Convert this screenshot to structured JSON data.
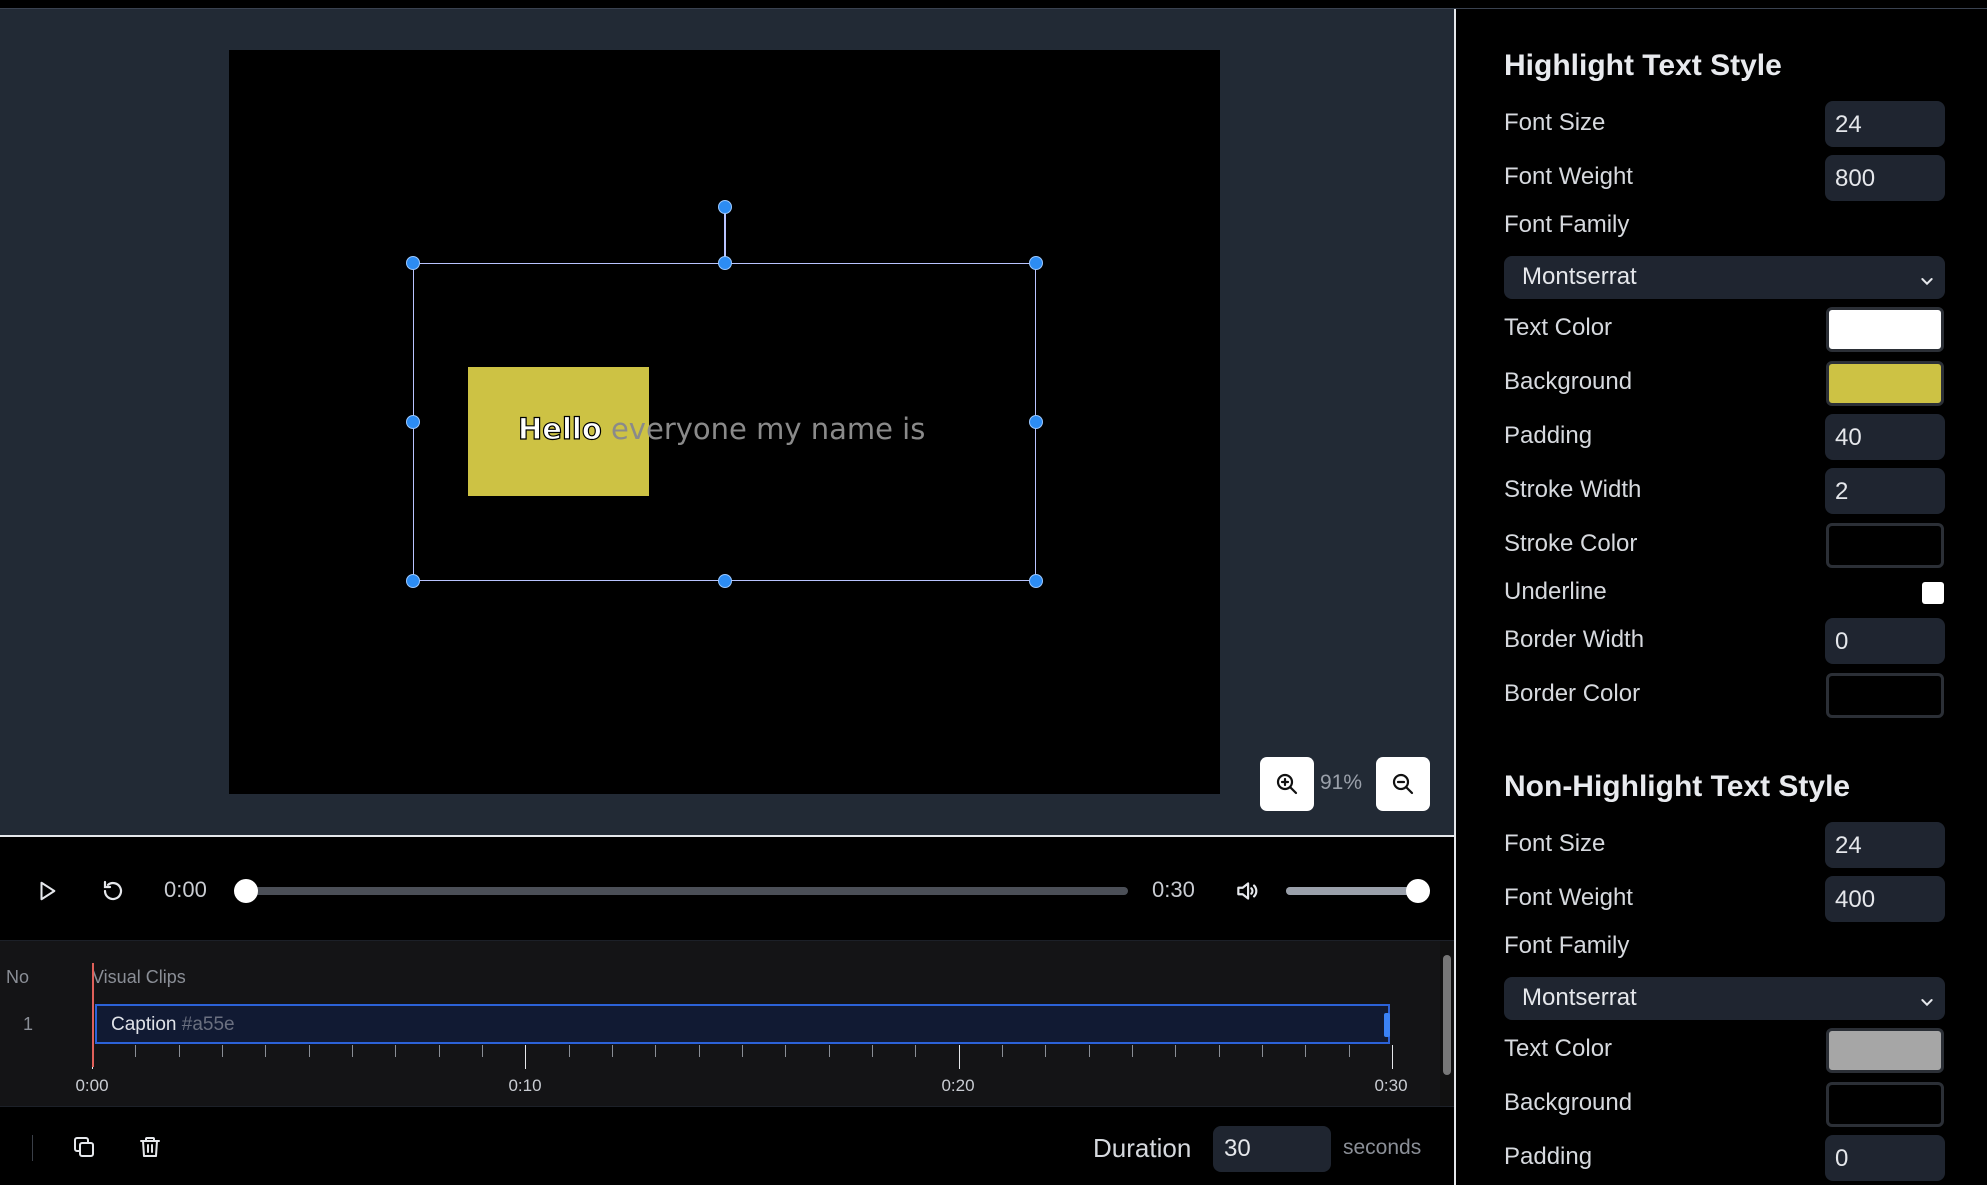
{
  "canvas": {
    "caption_highlight": "Hello",
    "caption_rest": " everyone my name is",
    "zoom_level": "91%",
    "zoom_in_icon": "zoom-in-icon",
    "zoom_out_icon": "zoom-out-icon"
  },
  "player": {
    "current_time": "0:00",
    "total_time": "0:30",
    "progress": 0,
    "volume": 1.0
  },
  "timeline": {
    "col_no": "No",
    "col_clips": "Visual Clips",
    "rows": [
      {
        "no": "1",
        "clip_label": "Caption",
        "clip_id": "#a55e"
      }
    ],
    "ticks": [
      "0:00",
      "0:10",
      "0:20",
      "0:30"
    ]
  },
  "toolbar": {
    "duration_label": "Duration",
    "duration_value": "30",
    "duration_unit": "seconds"
  },
  "highlight_style": {
    "title": "Highlight Text Style",
    "font_size_label": "Font Size",
    "font_size": "24",
    "font_weight_label": "Font Weight",
    "font_weight": "800",
    "font_family_label": "Font Family",
    "font_family": "Montserrat",
    "text_color_label": "Text Color",
    "text_color": "#ffffff",
    "background_label": "Background",
    "background": "#cdc244",
    "padding_label": "Padding",
    "padding": "40",
    "stroke_width_label": "Stroke Width",
    "stroke_width": "2",
    "stroke_color_label": "Stroke Color",
    "stroke_color": "#000000",
    "underline_label": "Underline",
    "underline": false,
    "border_width_label": "Border Width",
    "border_width": "0",
    "border_color_label": "Border Color",
    "border_color": "#000000"
  },
  "non_highlight_style": {
    "title": "Non-Highlight Text Style",
    "font_size_label": "Font Size",
    "font_size": "24",
    "font_weight_label": "Font Weight",
    "font_weight": "400",
    "font_family_label": "Font Family",
    "font_family": "Montserrat",
    "text_color_label": "Text Color",
    "text_color": "#a6a6a6",
    "background_label": "Background",
    "background": "#000000",
    "padding_label": "Padding",
    "padding": "0"
  }
}
